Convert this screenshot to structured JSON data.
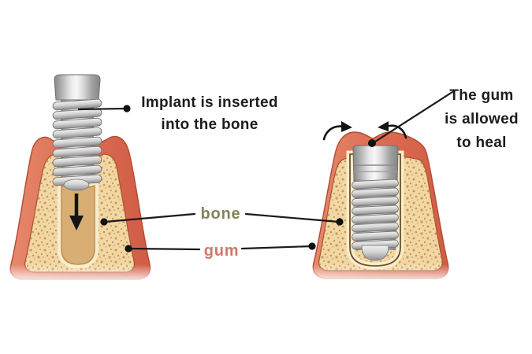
{
  "diagram": {
    "type": "medical-illustration",
    "subject": "Dental implant procedure stages",
    "steps": [
      {
        "id": "implant-inserted",
        "label_lines": [
          "Implant is inserted",
          "into the bone"
        ]
      },
      {
        "id": "gum-heals",
        "label_lines": [
          "The gum",
          "is allowed",
          "to heal"
        ]
      }
    ],
    "part_labels": [
      {
        "id": "bone",
        "text": "bone"
      },
      {
        "id": "gum",
        "text": "gum"
      }
    ]
  },
  "colors": {
    "background": "#ffffff",
    "text": "#1c1c1c",
    "bone_label": "#83835a",
    "gum_label": "#d0786a",
    "gum_fill": "#dc6f57",
    "gum_outline": "#b24a31",
    "bone_fill": "#f2d7a3",
    "bone_speckle": "#b9894e",
    "socket_fill": "#d8ae74",
    "leader_line": "#1a1a1a",
    "metal_light": "#f7f7f7",
    "metal_dark": "#858585"
  }
}
